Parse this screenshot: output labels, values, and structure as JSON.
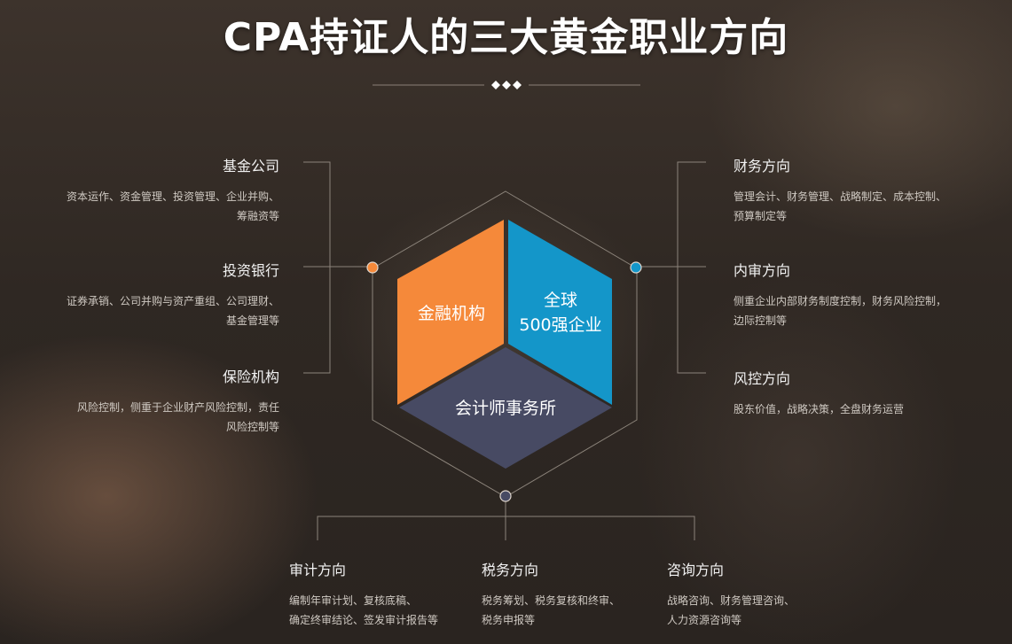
{
  "title": "CPA持证人的三大黄金职业方向",
  "hexagon": {
    "left_face": "金融机构",
    "right_face_line1": "全球",
    "right_face_line2": "500强企业",
    "bottom_face": "会计师事务所",
    "colors": {
      "left": "#f5893a",
      "right": "#1496c9",
      "bottom": "#474a63",
      "dot_left": "#f5893a",
      "dot_right": "#1496c9",
      "dot_bottom": "#474a63"
    }
  },
  "left_items": [
    {
      "head": "基金公司",
      "desc1": "资本运作、资金管理、投资管理、企业并购、",
      "desc2": "筹融资等"
    },
    {
      "head": "投资银行",
      "desc1": "证券承销、公司并购与资产重组、公司理财、",
      "desc2": "基金管理等"
    },
    {
      "head": "保险机构",
      "desc1": "风险控制，侧重于企业财产风险控制，责任",
      "desc2": "风险控制等"
    }
  ],
  "right_items": [
    {
      "head": "财务方向",
      "desc1": "管理会计、财务管理、战略制定、成本控制、",
      "desc2": "预算制定等"
    },
    {
      "head": "内审方向",
      "desc1": "侧重企业内部财务制度控制，财务风险控制，",
      "desc2": "边际控制等"
    },
    {
      "head": "风控方向",
      "desc1": "股东价值，战略决策，全盘财务运营",
      "desc2": ""
    }
  ],
  "bottom_items": [
    {
      "head": "审计方向",
      "desc1": "编制年审计划、复核底稿、",
      "desc2": "确定终审结论、签发审计报告等"
    },
    {
      "head": "税务方向",
      "desc1": "税务筹划、税务复核和终审、",
      "desc2": "税务申报等"
    },
    {
      "head": "咨询方向",
      "desc1": "战略咨询、财务管理咨询、",
      "desc2": "人力资源咨询等"
    }
  ]
}
